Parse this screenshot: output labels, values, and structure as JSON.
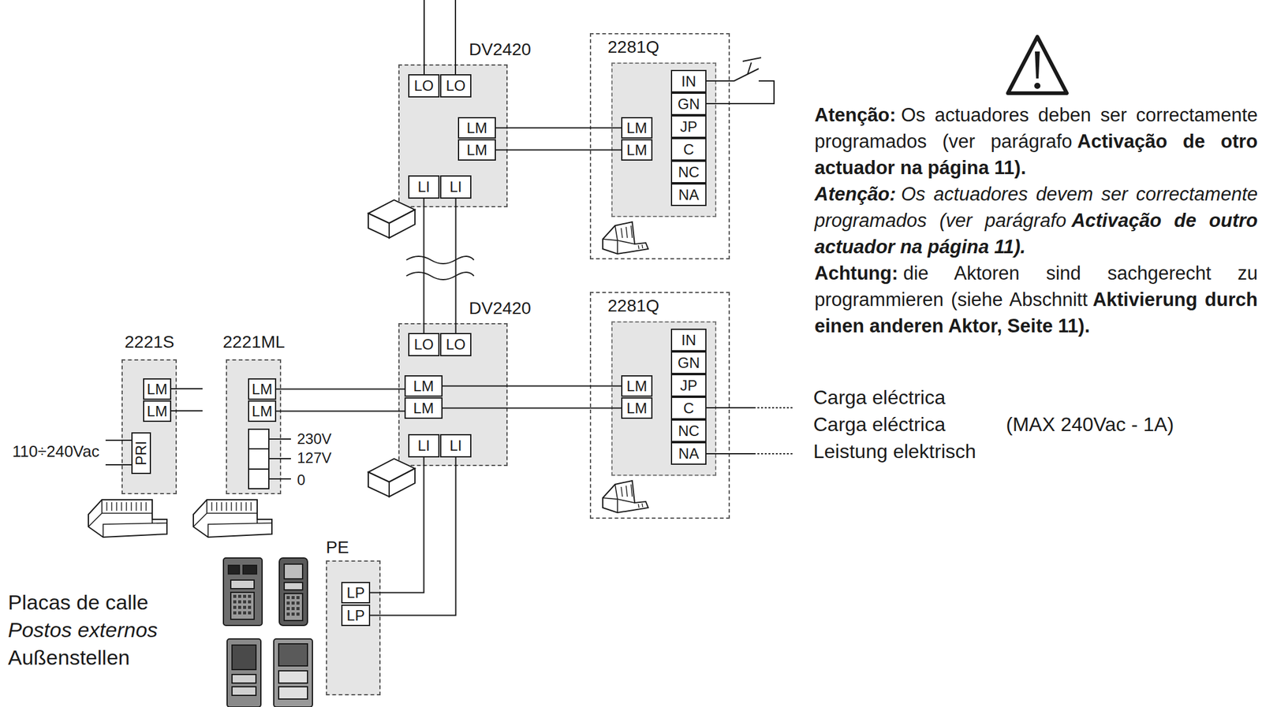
{
  "diagram": {
    "nodes": [
      {
        "text": [
          "DV2420"
        ]
      },
      {
        "text": [
          "LO"
        ],
        "in": 0
      },
      {
        "text": [
          "LO"
        ],
        "in": 0
      },
      {
        "text": [
          "LM"
        ],
        "in": 0
      },
      {
        "text": [
          "LM"
        ],
        "in": 0
      },
      {
        "text": [
          "LI"
        ],
        "in": 0
      },
      {
        "text": [
          "LI"
        ],
        "in": 0
      },
      {
        "text": [
          "2281Q"
        ]
      },
      {
        "text": [
          "LM"
        ],
        "in": 7
      },
      {
        "text": [
          "LM"
        ],
        "in": 7
      },
      {
        "text": [
          "IN"
        ],
        "in": 7
      },
      {
        "text": [
          "GN"
        ],
        "in": 7
      },
      {
        "text": [
          "JP"
        ],
        "in": 7
      },
      {
        "text": [
          "C"
        ],
        "in": 7
      },
      {
        "text": [
          "NC"
        ],
        "in": 7
      },
      {
        "text": [
          "NA"
        ],
        "in": 7
      },
      {
        "text": [
          "DV2420"
        ]
      },
      {
        "text": [
          "LO"
        ],
        "in": 16
      },
      {
        "text": [
          "LO"
        ],
        "in": 16
      },
      {
        "text": [
          "LM"
        ],
        "in": 16
      },
      {
        "text": [
          "LM"
        ],
        "in": 16
      },
      {
        "text": [
          "LI"
        ],
        "in": 16
      },
      {
        "text": [
          "LI"
        ],
        "in": 16
      },
      {
        "text": [
          "2281Q"
        ]
      },
      {
        "text": [
          "LM"
        ],
        "in": 23
      },
      {
        "text": [
          "LM"
        ],
        "in": 23
      },
      {
        "text": [
          "IN"
        ],
        "in": 23
      },
      {
        "text": [
          "GN"
        ],
        "in": 23
      },
      {
        "text": [
          "JP"
        ],
        "in": 23
      },
      {
        "text": [
          "C"
        ],
        "in": 23
      },
      {
        "text": [
          "NC"
        ],
        "in": 23
      },
      {
        "text": [
          "NA"
        ],
        "in": 23
      },
      {
        "text": [
          "2221S"
        ]
      },
      {
        "text": [
          "LM"
        ],
        "in": 32
      },
      {
        "text": [
          "LM"
        ],
        "in": 32
      },
      {
        "text": [
          "PRI"
        ],
        "in": 32
      },
      {
        "text": [
          "2221ML"
        ]
      },
      {
        "text": [
          "LM"
        ],
        "in": 36
      },
      {
        "text": [
          "LM"
        ],
        "in": 36
      },
      {
        "text": [
          "PE"
        ]
      },
      {
        "text": [
          "LP"
        ],
        "in": 39
      },
      {
        "text": [
          "LP"
        ],
        "in": 39
      }
    ],
    "edges": [
      {
        "from": 3,
        "to": 8,
        "arrow": "none"
      },
      {
        "from": 4,
        "to": 9,
        "arrow": "none"
      },
      {
        "from": 5,
        "to": 17,
        "arrow": "none"
      },
      {
        "from": 6,
        "to": 18,
        "arrow": "none"
      },
      {
        "from": 19,
        "to": 24,
        "arrow": "none"
      },
      {
        "from": 20,
        "to": 25,
        "arrow": "none"
      },
      {
        "from": 37,
        "to": 19,
        "arrow": "none"
      },
      {
        "from": 38,
        "to": 20,
        "arrow": "none"
      },
      {
        "from": 21,
        "to": 40,
        "arrow": "none"
      },
      {
        "from": 22,
        "to": 41,
        "arrow": "none"
      }
    ],
    "labels": [
      "Atenção:",
      "Os actuadores deben ser correctamente programados (ver parágrafo",
      "Activação de otro actuador na página 11).",
      "Atenção:",
      "Os actuadores devem ser correctamente programados (ver parágrafo",
      "Activação de outro actuador na página 11).",
      "Achtung:",
      "die Aktoren sind sachgerecht zu programmieren (siehe Abschnitt",
      "Aktivierung durch einen anderen Aktor, Seite 11).",
      "110÷240Vac",
      "230V",
      "127V",
      "0",
      "Carga eléctrica",
      "Carga eléctrica",
      "Leistung elektrisch",
      "(MAX 240Vac - 1A)",
      "Placas de calle",
      "Postos externos",
      "Außenstellen"
    ]
  }
}
